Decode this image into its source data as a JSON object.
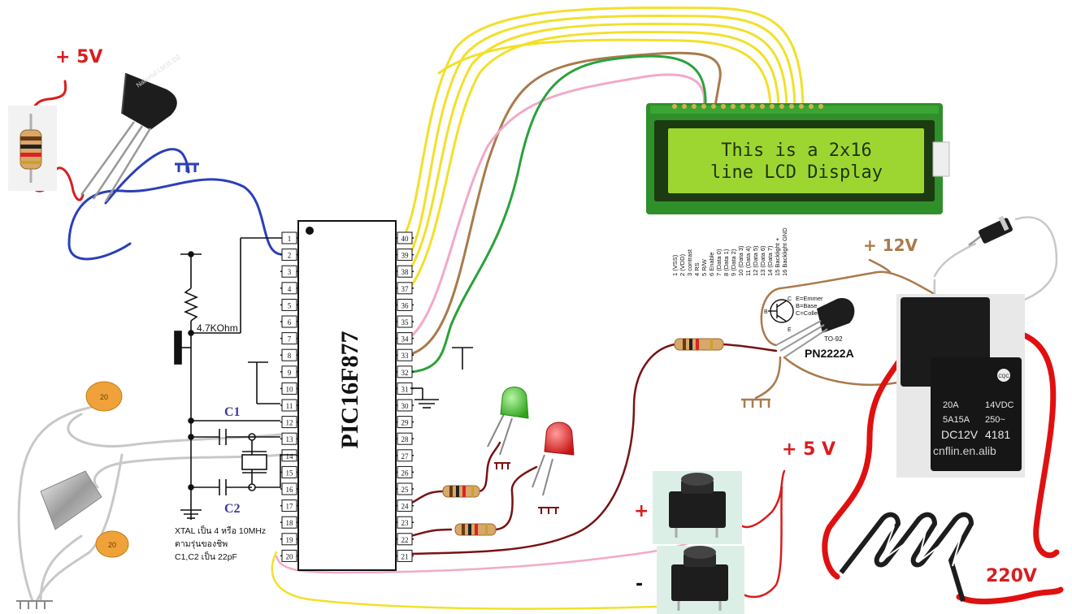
{
  "supply": {
    "plus5v_top": "+ 5V",
    "plus5v_right": "+ 5 V",
    "plus12v": "+ 12V",
    "ac220v": "220V"
  },
  "lcd": {
    "line1": "This is a 2x16",
    "line2": "line LCD Display",
    "pin_legend": [
      "1 (VSS)",
      "2 (VDD)",
      "3 contrast",
      "4 RS",
      "5 R/W",
      "6 Enable",
      "7 (Data 0)",
      "8 (Data 1)",
      "9 (Data 2)",
      "10 (Data 3)",
      "11 (Data 4)",
      "12 (Data 5)",
      "13 (Data 6)",
      "14 (Data 7)",
      "15 Backlight +",
      "16 Backlight GND"
    ]
  },
  "mcu": {
    "name": "PIC16F877",
    "left_pins": [
      "1",
      "2",
      "3",
      "4",
      "5",
      "6",
      "7",
      "8",
      "9",
      "10",
      "11",
      "12",
      "13",
      "14",
      "15",
      "16",
      "17",
      "18",
      "19",
      "20"
    ],
    "right_pins": [
      "40",
      "39",
      "38",
      "37",
      "36",
      "35",
      "34",
      "33",
      "32",
      "31",
      "30",
      "29",
      "28",
      "27",
      "26",
      "25",
      "24",
      "23",
      "22",
      "21"
    ]
  },
  "components": {
    "reset_resistor": "4.7KOhm",
    "cap1": "C1",
    "cap2": "C2",
    "sensor_marking": "National LM35 DZ",
    "cap_value": "20",
    "transistor_name": "PN2222A",
    "transistor_package": "TO-92",
    "transistor_pins": [
      "E=Emmer",
      "B=Base",
      "C=Collector"
    ],
    "transistor_pin_letters": [
      "C",
      "B",
      "E"
    ]
  },
  "notes": {
    "xtal_line1": "XTAL เป็น 4 หรือ 10MHz",
    "xtal_line2": "ตามรุ่นของชิพ",
    "xtal_line3": "C1,C2 เป็น 22pF"
  },
  "buttons": {
    "plus_label": "+",
    "minus_label": "-"
  },
  "relay": {
    "brand": "CQC",
    "lines": [
      "20A",
      "14VDC",
      "5A15A",
      "250~",
      "DC12V",
      "4181"
    ],
    "watermark": "cnflin.en.alib"
  },
  "colors": {
    "lcd_green": "#9ed631",
    "pcb_green": "#2f8f2a",
    "wire_yellow": "#f2e02a",
    "wire_brown": "#a97a4c",
    "wire_pink": "#f2a9c9",
    "wire_green": "#2aa23a",
    "wire_blue": "#2a3fb8",
    "wire_red": "#d81e1e",
    "wire_maroon": "#7a1212",
    "wire_grey": "#c8c8c8"
  }
}
